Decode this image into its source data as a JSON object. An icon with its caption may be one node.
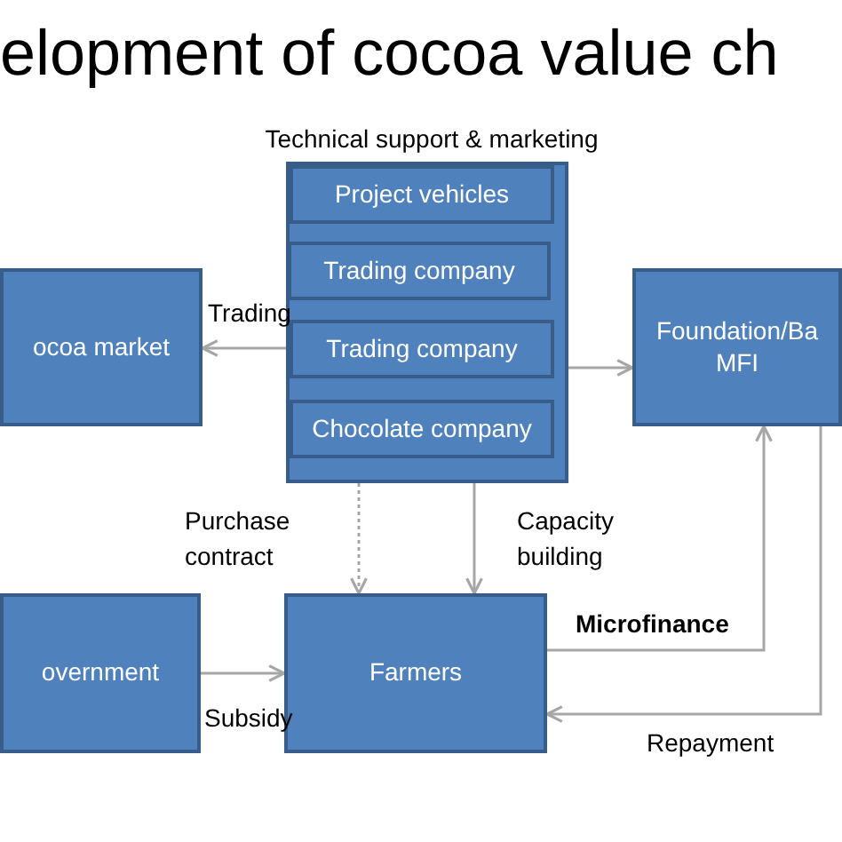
{
  "diagram": {
    "title": "elopment of cocoa value ch",
    "nodes": [
      {
        "text": [
          "Technical support & marketing"
        ]
      },
      {
        "text": [
          "Project vehicles"
        ],
        "in": 0
      },
      {
        "text": [
          "Trading company"
        ],
        "in": 0
      },
      {
        "text": [
          "Trading company"
        ],
        "in": 0
      },
      {
        "text": [
          "Chocolate company"
        ],
        "in": 0
      },
      {
        "text": [
          "ocoa market"
        ]
      },
      {
        "text": [
          "Foundation/Ba MFI"
        ]
      },
      {
        "text": [
          "overnment"
        ]
      },
      {
        "text": [
          "Farmers"
        ]
      }
    ],
    "edges": [
      {
        "from": 0,
        "to": 5,
        "arrow": "to",
        "label": "Trading"
      },
      {
        "from": 0,
        "to": 6,
        "arrow": "to"
      },
      {
        "from": 0,
        "to": 8,
        "arrow": "to",
        "label": "Purchase contract",
        "style": "dashed"
      },
      {
        "from": 0,
        "to": 8,
        "arrow": "to",
        "label": "Capacity building"
      },
      {
        "from": 7,
        "to": 8,
        "arrow": "to",
        "label": "Subsidy"
      },
      {
        "from": 8,
        "to": 6,
        "arrow": "to",
        "label": "Microfinance"
      },
      {
        "from": 6,
        "to": 8,
        "arrow": "to",
        "label": "Repayment"
      }
    ]
  }
}
